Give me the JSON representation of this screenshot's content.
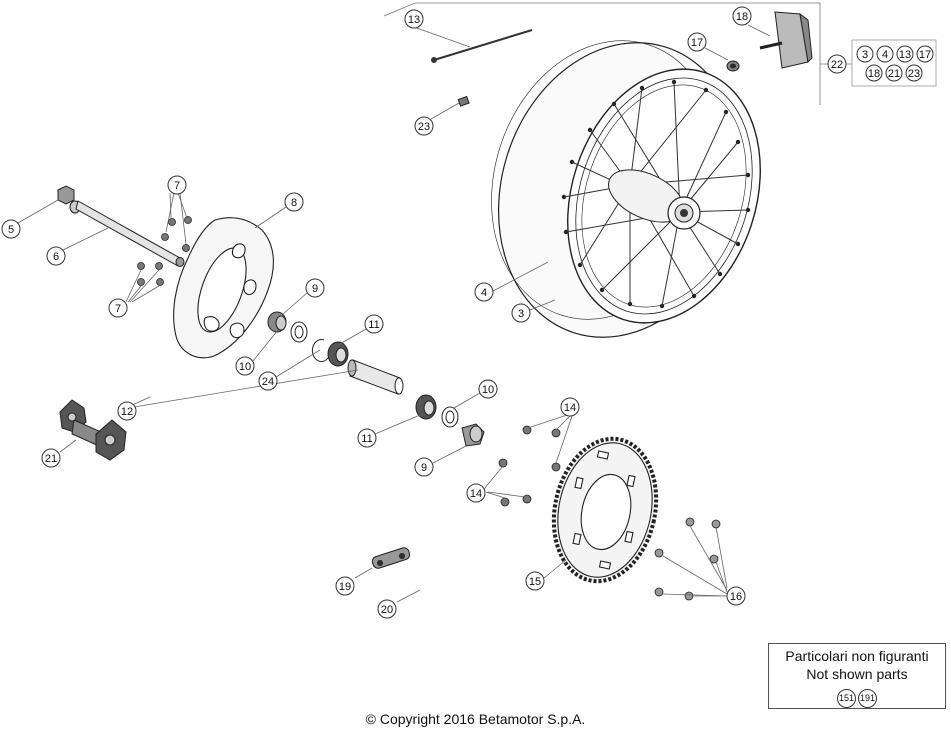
{
  "diagram": {
    "callouts": {
      "c13": "13",
      "c18": "18",
      "c17": "17",
      "c22": "22",
      "c23": "23",
      "c5": "5",
      "c6": "6",
      "c7a": "7",
      "c7b": "7",
      "c8": "8",
      "c9a": "9",
      "c10a": "10",
      "c11a": "11",
      "c24": "24",
      "c12": "12",
      "c11b": "11",
      "c10b": "10",
      "c9b": "9",
      "c14a": "14",
      "c14b": "14",
      "c21": "21",
      "c4": "4",
      "c3": "3",
      "c15": "15",
      "c16": "16",
      "c19": "19",
      "c20": "20"
    },
    "group22_members": [
      "3",
      "4",
      "13",
      "17",
      "18",
      "21",
      "23"
    ]
  },
  "not_shown_parts": {
    "label_it": "Particolari non figuranti",
    "label_en": "Not shown parts",
    "codes": [
      "151",
      "191"
    ]
  },
  "footer": {
    "copyright": "© Copyright 2016 Betamotor S.p.A."
  }
}
